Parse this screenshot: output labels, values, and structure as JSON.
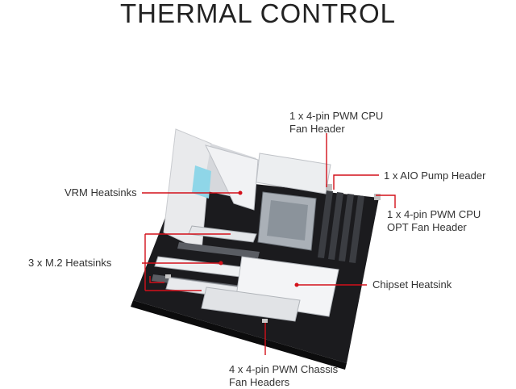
{
  "title": "THERMAL CONTROL",
  "accent_color": "#d3101a",
  "labels": {
    "cpu_fan": [
      "1 x 4-pin PWM CPU",
      "Fan Header"
    ],
    "aio_pump": [
      "1 x AIO Pump Header"
    ],
    "vrm": [
      "VRM Heatsinks"
    ],
    "cpu_opt": [
      "1 x 4-pin PWM CPU",
      "OPT Fan Header"
    ],
    "m2": [
      "3 x M.2 Heatsinks"
    ],
    "chipset": [
      "Chipset Heatsink"
    ],
    "chassis": [
      "4 x 4-pin PWM Chassis",
      "Fan Headers"
    ]
  }
}
